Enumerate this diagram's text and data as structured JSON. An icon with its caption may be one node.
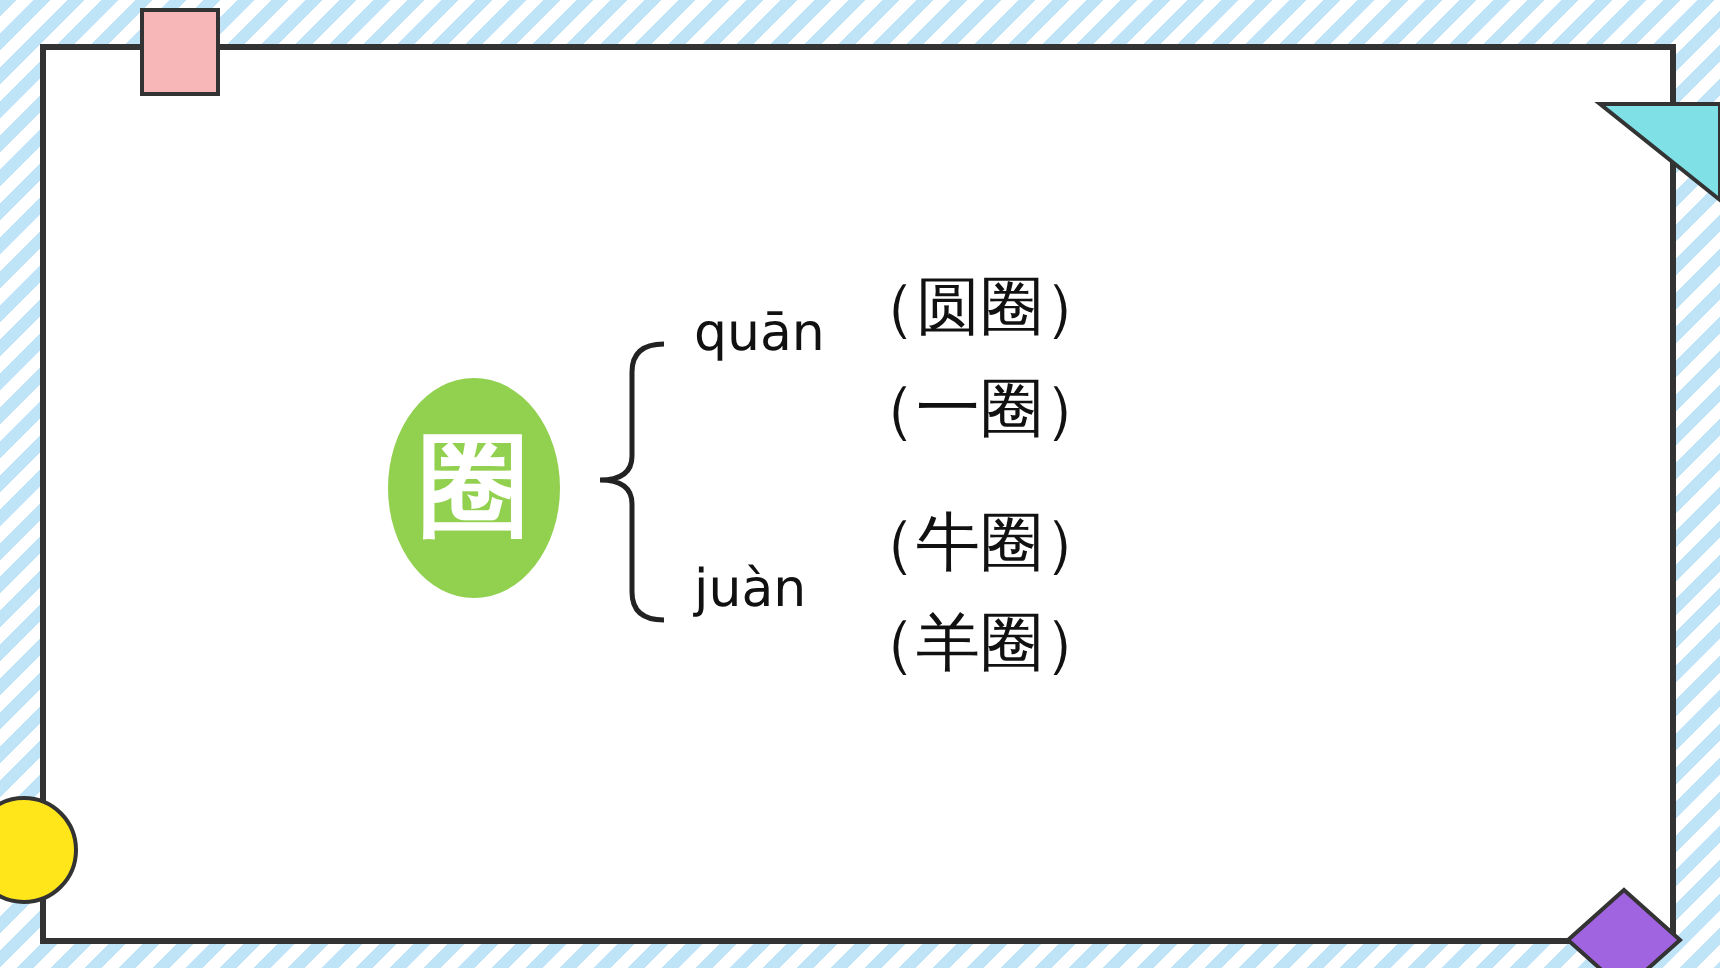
{
  "diagram": {
    "nodes": [
      {
        "text": [
          "圈"
        ]
      }
    ],
    "labels": [
      "quān",
      "（圆圈）",
      "（一圈）",
      "juàn",
      "（牛圈）",
      "（羊圈）"
    ]
  }
}
